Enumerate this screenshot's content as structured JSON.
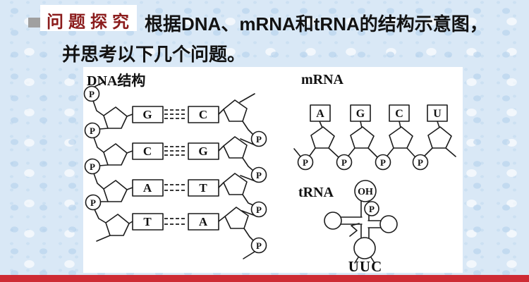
{
  "header": {
    "badge_label": "问题探究",
    "title_line1": "根据DNA、mRNA和tRNA的结构示意图，",
    "title_line2": "并思考以下几个问题。"
  },
  "colors": {
    "background": "#d9e8f6",
    "panel": "#ffffff",
    "badge_text": "#8b1c1c",
    "badge_shadow": "#a0a0a0",
    "line_art": "#1c1c1c",
    "footer_bar": "#ce2b34"
  },
  "diagram": {
    "dna": {
      "label": "DNA结构",
      "phosphate_label": "P",
      "base_pairs": [
        {
          "left": "G",
          "right": "C",
          "bonds": 3
        },
        {
          "left": "C",
          "right": "G",
          "bonds": 3
        },
        {
          "left": "A",
          "right": "T",
          "bonds": 2
        },
        {
          "left": "T",
          "right": "A",
          "bonds": 2
        }
      ]
    },
    "mrna": {
      "label": "mRNA",
      "phosphate_label": "P",
      "bases": [
        "A",
        "G",
        "C",
        "U"
      ]
    },
    "trna": {
      "label": "tRNA",
      "top_label": "OH",
      "phosphate_label": "P",
      "anticodon": "UUC"
    }
  }
}
